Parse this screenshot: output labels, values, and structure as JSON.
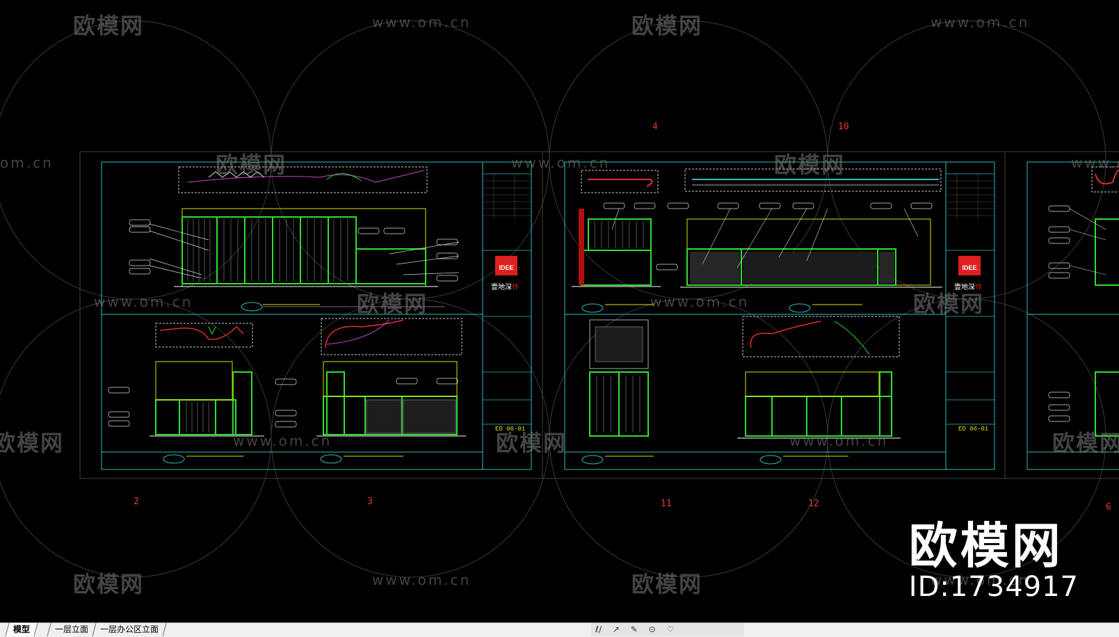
{
  "watermarks": {
    "brand_cn": "欧模网",
    "url": "www.om.cn",
    "url_short": "om.cn"
  },
  "sheet_numbers": [
    "4",
    "10",
    "2",
    "3",
    "11",
    "12",
    "6"
  ],
  "brand_overlay": {
    "name": "欧模网",
    "id": "ID:1734917"
  },
  "titleblock": {
    "logo_text": "IDEE",
    "company_cn": "壹地深",
    "company_suffix": "作",
    "drawing_no": "ED 06-01"
  },
  "tabs": [
    {
      "label": "模型",
      "active": true
    },
    {
      "label": "一层立面",
      "active": false
    },
    {
      "label": "一层办公区立面",
      "active": false
    }
  ],
  "status_icons": [
    "ℓ/",
    "↗",
    "✎",
    "⊙",
    "♡"
  ]
}
